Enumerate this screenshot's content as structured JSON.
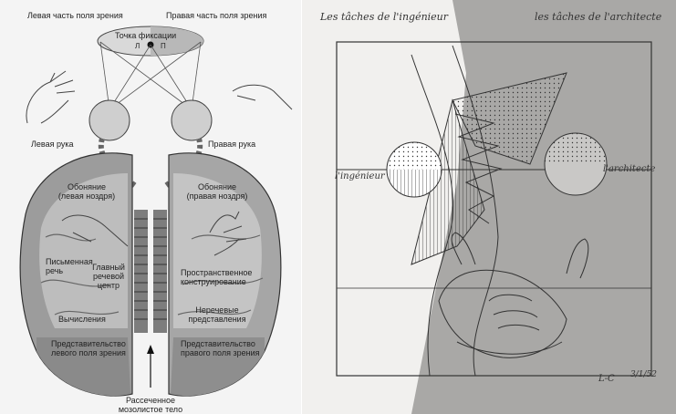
{
  "left_diagram": {
    "header_left": "Левая часть поля зрения",
    "header_right": "Правая часть поля зрения",
    "fixation_point": "Точка фиксации",
    "mark_l": "Л",
    "mark_p": "П",
    "left_hand": "Левая рука",
    "right_hand": "Правая рука",
    "smell_left": [
      "Обоняние",
      "(левая ноздря)"
    ],
    "smell_right": [
      "Обоняние",
      "(правая ноздря)"
    ],
    "writing": [
      "Письменная",
      "речь"
    ],
    "speech_center": [
      "Главный",
      "речевой",
      "центр"
    ],
    "spatial": [
      "Пространственное",
      "конструирование"
    ],
    "calc": "Вычисления",
    "nonverbal": [
      "Неречевые",
      "представления"
    ],
    "vis_left": [
      "Представительство",
      "левого поля зрения"
    ],
    "vis_right": [
      "Представительство",
      "правого поля зрения"
    ],
    "cut": [
      "Рассеченное",
      "мозолистое тело"
    ]
  },
  "right_sketch": {
    "top_left": "Les tâches de l'ingénieur",
    "top_right": "les tâches de l'architecte",
    "side_left": "l'ingénieur",
    "side_right": "l'architecte",
    "signature": "L-C",
    "date": "3/1/52"
  }
}
